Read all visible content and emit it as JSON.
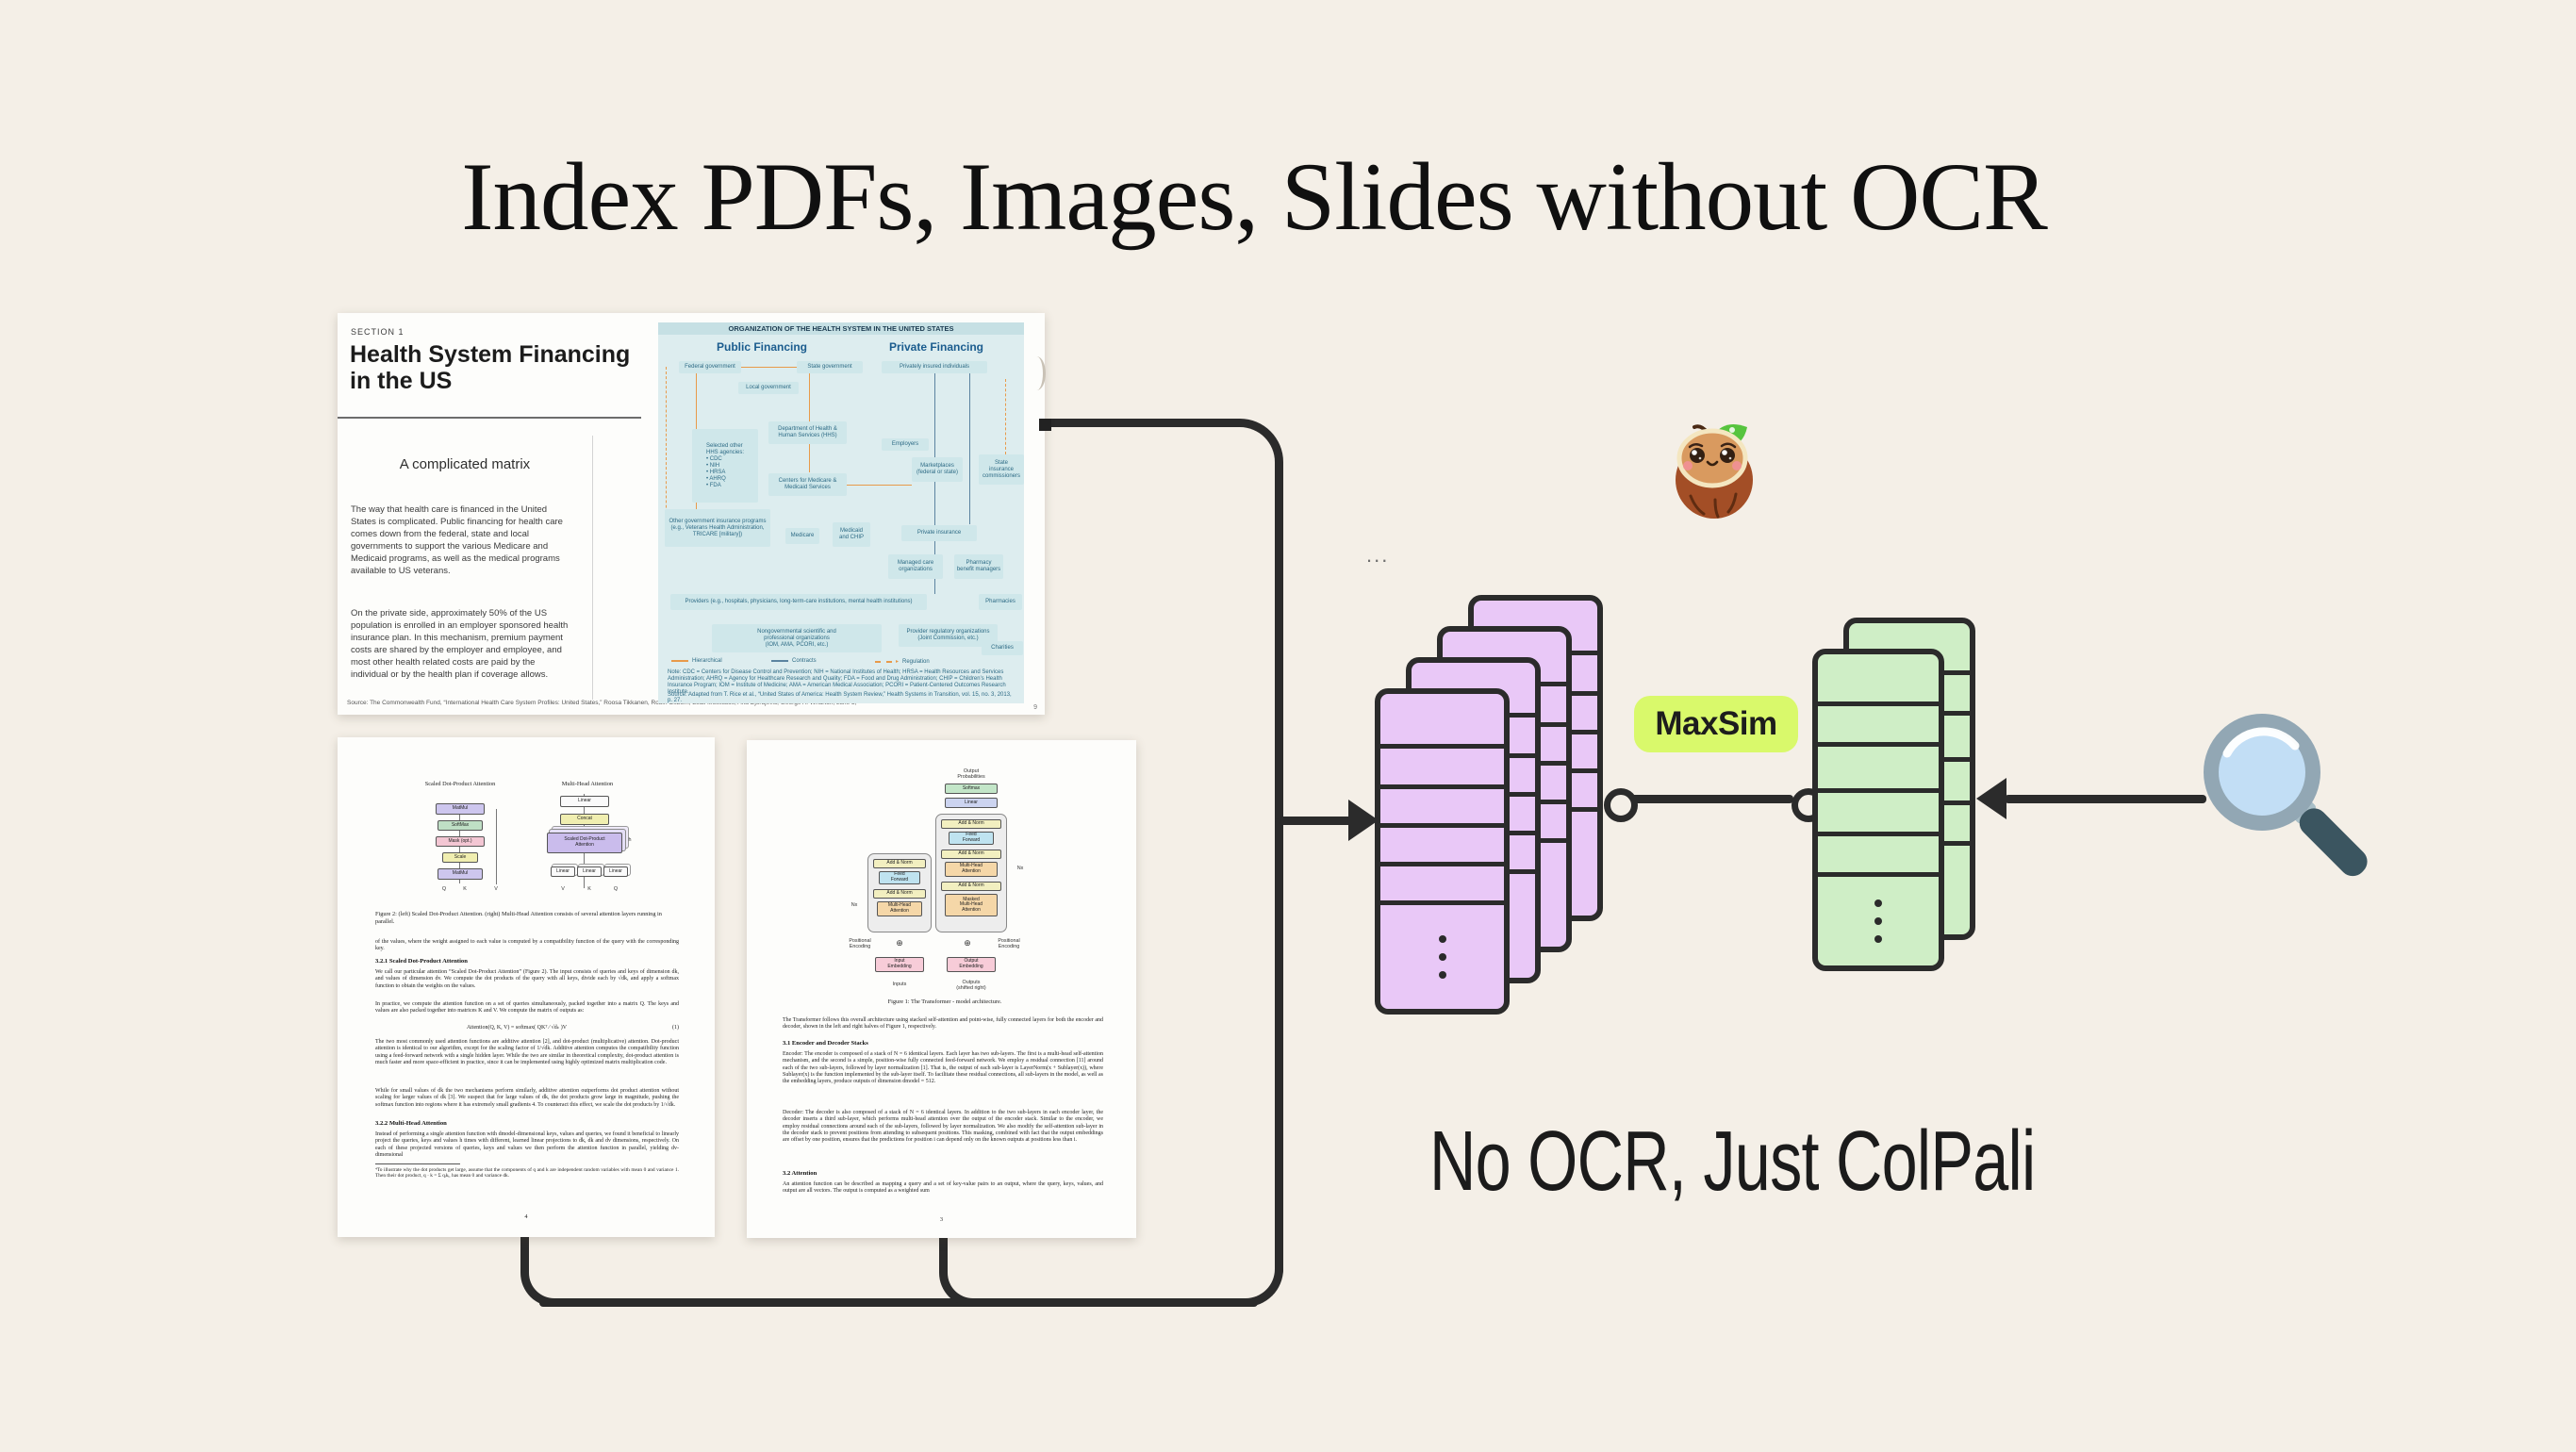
{
  "title": "Index PDFs, Images, Slides without OCR",
  "tagline": "No OCR, Just ColPali",
  "maxsim_label": "MaxSim",
  "stack_ellipsis": "...",
  "accent_colors": {
    "background": "#f4efe7",
    "document_embeddings_fill": "#e9c8f7",
    "query_embeddings_fill": "#cfeec6",
    "maxsim_pill": "#d9f96b",
    "connector_line": "#2b2b2b"
  },
  "icons": {
    "mascot": "colpali-coconut-mascot",
    "magnifier": "search-magnifier-icon"
  },
  "health_doc": {
    "section_label": "SECTION 1",
    "heading": "Health System Financing in the US",
    "subheading": "A complicated matrix",
    "para1": "The way that health care is financed in the United States is complicated. Public financing for health care comes down from the federal, state and local governments to support the various Medicare and Medicaid programs, as well as the medical programs available to US veterans.",
    "para2": "On the private side, approximately 50% of the US population is enrolled in an employer sponsored health insurance plan. In this mechanism, premium payment costs are shared by the employer and employee, and most other health related costs are paid by the individual or by the health plan if coverage allows.",
    "page_source": "Source: The Commonwealth Fund, “International Health Care System Profiles: United States,” Roosa Tikkanen, Robin Osborn, Elias Mossialos, Ana Djordjevic, George A. Wharton, June 5,",
    "diagram": {
      "header": "ORGANIZATION OF THE HEALTH SYSTEM IN THE UNITED STATES",
      "public_title": "Public Financing",
      "private_title": "Private Financing",
      "boxes": [
        "Federal government",
        "State government",
        "Privately insured individuals",
        "Local government",
        "Department of Health &\nHuman Services (HHS)",
        "Selected other\nHHS agencies:\n• CDC\n• NIH\n• HRSA\n• AHRQ\n• FDA",
        "Employers",
        "Marketplaces\n(federal or state)",
        "State\ninsurance\ncommissioners",
        "Centers for Medicare &\nMedicaid Services",
        "Other government insurance programs\n(e.g., Veterans Health Administration,\nTRICARE [military])",
        "Medicare",
        "Medicaid\nand CHIP",
        "Private insurance",
        "Managed care\norganizations",
        "Pharmacy\nbenefit managers",
        "Providers (e.g., hospitals, physicians, long-term-care institutions, mental health institutions)",
        "Pharmacies",
        "Nongovernmental scientific and\nprofessional organizations\n(IOM, AMA, PCORI, etc.)",
        "Provider regulatory organizations\n(Joint Commission, etc.)",
        "Charities"
      ],
      "legend": [
        "Hierarchical",
        "Contracts",
        "Regulation"
      ],
      "note": "Note: CDC = Centers for Disease Control and Prevention; NIH = National Institutes of Health; HRSA = Health Resources and Services Administration; AHRQ = Agency for Healthcare Research and Quality; FDA = Food and Drug Administration; CHIP = Children’s Health Insurance Program; IOM = Institute of Medicine; AMA = American Medical Association; PCORI = Patient-Centered Outcomes Research Institute.",
      "source": "Source: Adapted from T. Rice et al., “United States of America: Health System Review,” Health Systems in Transition, vol. 15, no. 3, 2013, p. 27.",
      "page_number": "9"
    }
  },
  "paper_attention": {
    "fig_left_title": "Scaled Dot-Product Attention",
    "fig_right_title": "Multi-Head Attention",
    "blocks": {
      "matmul": "MatMul",
      "softmax": "SoftMax",
      "mask": "Mask (opt.)",
      "scale": "Scale",
      "linear": "Linear",
      "concat": "Concat",
      "sdpa": "Scaled Dot-Product\nAttention",
      "h": "h",
      "q": "Q",
      "k": "K",
      "v": "V"
    },
    "caption": "Figure 2: (left) Scaled Dot-Product Attention. (right) Multi-Head Attention consists of several attention layers running in parallel.",
    "para_intro": "of the values, where the weight assigned to each value is computed by a compatibility function of the query with the corresponding key.",
    "sec1": "3.2.1   Scaled Dot-Product Attention",
    "para1": "We call our particular attention “Scaled Dot-Product Attention” (Figure 2). The input consists of queries and keys of dimension dk, and values of dimension dv. We compute the dot products of the query with all keys, divide each by √dk, and apply a softmax function to obtain the weights on the values.",
    "para2": "In practice, we compute the attention function on a set of queries simultaneously, packed together into a matrix Q. The keys and values are also packed together into matrices K and V. We compute the matrix of outputs as:",
    "equation": "Attention(Q, K, V) = softmax( QKᵀ ⁄ √dₖ )V",
    "eq_number": "(1)",
    "para3": "The two most commonly used attention functions are additive attention [2], and dot-product (multiplicative) attention. Dot-product attention is identical to our algorithm, except for the scaling factor of 1/√dk. Additive attention computes the compatibility function using a feed-forward network with a single hidden layer. While the two are similar in theoretical complexity, dot-product attention is much faster and more space-efficient in practice, since it can be implemented using highly optimized matrix multiplication code.",
    "para4": "While for small values of dk the two mechanisms perform similarly, additive attention outperforms dot product attention without scaling for larger values of dk [3]. We suspect that for large values of dk, the dot products grow large in magnitude, pushing the softmax function into regions where it has extremely small gradients 4. To counteract this effect, we scale the dot products by 1/√dk.",
    "sec2": "3.2.2   Multi-Head Attention",
    "para5": "Instead of performing a single attention function with dmodel-dimensional keys, values and queries, we found it beneficial to linearly project the queries, keys and values h times with different, learned linear projections to dk, dk and dv dimensions, respectively. On each of these projected versions of queries, keys and values we then perform the attention function in parallel, yielding dv-dimensional",
    "footnote": "⁴To illustrate why the dot products get large, assume that the components of q and k are independent random variables with mean 0 and variance 1. Then their dot product, q · k = Σ qᵢkᵢ, has mean 0 and variance dk.",
    "page_number": "4"
  },
  "paper_transformer": {
    "diagram": {
      "output_probabilities": "Output\nProbabilities",
      "softmax": "Softmax",
      "linear": "Linear",
      "addnorm": "Add & Norm",
      "feed_forward": "Feed\nForward",
      "mha": "Multi-Head\nAttention",
      "masked_mha": "Masked\nMulti-Head\nAttention",
      "nx": "Nx",
      "pos_encoding": "Positional\nEncoding",
      "input_emb": "Input\nEmbedding",
      "output_emb": "Output\nEmbedding",
      "inputs": "Inputs",
      "outputs": "Outputs\n(shifted right)",
      "plus": "⊕"
    },
    "caption": "Figure 1: The Transformer - model architecture.",
    "para_intro": "The Transformer follows this overall architecture using stacked self-attention and point-wise, fully connected layers for both the encoder and decoder, shown in the left and right halves of Figure 1, respectively.",
    "sec1": "3.1   Encoder and Decoder Stacks",
    "para_encoder": "Encoder:  The encoder is composed of a stack of N = 6 identical layers. Each layer has two sub-layers. The first is a multi-head self-attention mechanism, and the second is a simple, position-wise fully connected feed-forward network. We employ a residual connection [11] around each of the two sub-layers, followed by layer normalization [1]. That is, the output of each sub-layer is LayerNorm(x + Sublayer(x)), where Sublayer(x) is the function implemented by the sub-layer itself. To facilitate these residual connections, all sub-layers in the model, as well as the embedding layers, produce outputs of dimension dmodel = 512.",
    "para_decoder": "Decoder:  The decoder is also composed of a stack of N = 6 identical layers. In addition to the two sub-layers in each encoder layer, the decoder inserts a third sub-layer, which performs multi-head attention over the output of the encoder stack. Similar to the encoder, we employ residual connections around each of the sub-layers, followed by layer normalization. We also modify the self-attention sub-layer in the decoder stack to prevent positions from attending to subsequent positions. This masking, combined with fact that the output embeddings are offset by one position, ensures that the predictions for position i can depend only on the known outputs at positions less than i.",
    "sec2": "3.2   Attention",
    "para_attention": "An attention function can be described as mapping a query and a set of key-value pairs to an output, where the query, keys, values, and output are all vectors. The output is computed as a weighted sum",
    "page_number": "3"
  }
}
